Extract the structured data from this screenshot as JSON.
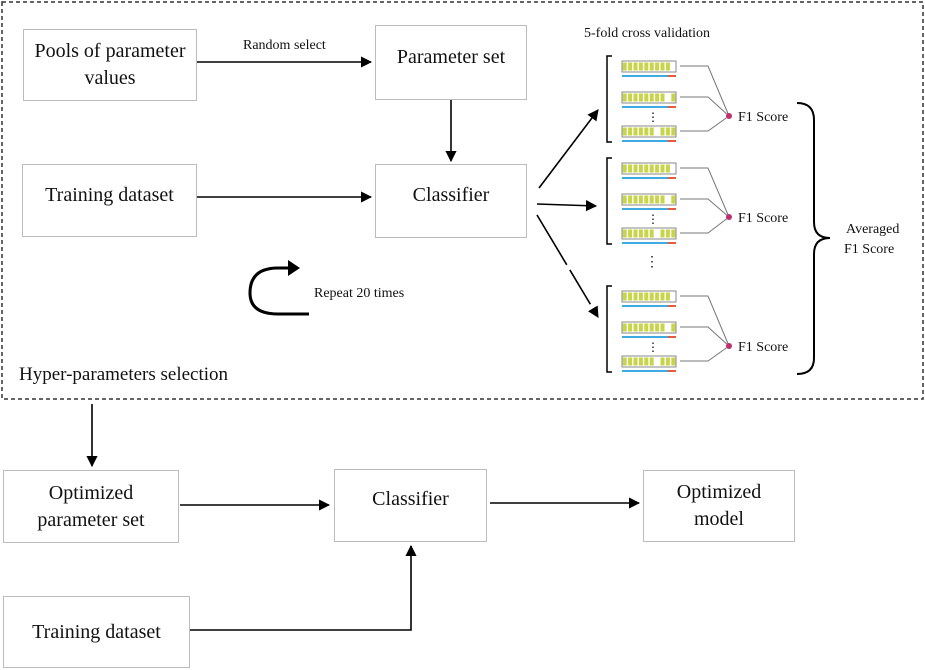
{
  "hp_box": {
    "pools": "Pools of parameter values",
    "random_select": "Random select",
    "param_set": "Parameter set",
    "training": "Training dataset",
    "classifier": "Classifier",
    "repeat": "Repeat 20 times",
    "cv_title": "5-fold cross validation",
    "f1_score": "F1 Score",
    "averaged_line1": "Averaged",
    "averaged_line2": "F1 Score",
    "title": "Hyper-parameters selection",
    "colors": {
      "fold_yellow": "#c8d44a",
      "fold_blue": "#3fa9e0",
      "fold_red": "#e85a3c",
      "dot": "#c0306e",
      "dashed_border": "#333333"
    }
  },
  "final": {
    "optimized_params": "Optimized parameter set",
    "classifier": "Classifier",
    "optimized_model": "Optimized model",
    "training": "Training dataset"
  }
}
